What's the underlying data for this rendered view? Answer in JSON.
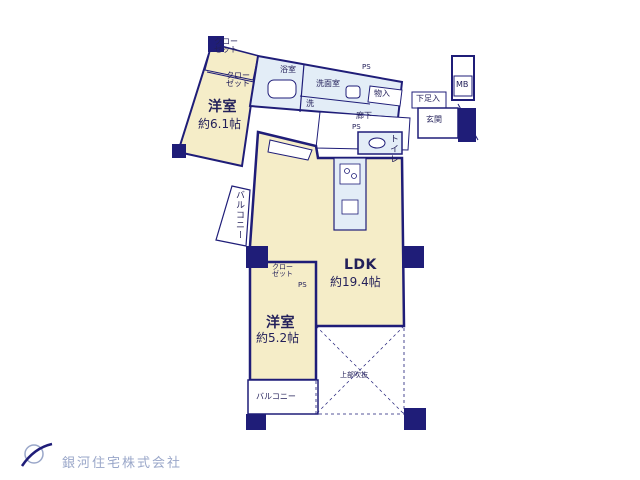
{
  "rooms": {
    "western_room_1": {
      "name": "洋室",
      "size": "約6.1帖"
    },
    "western_room_2": {
      "name": "洋室",
      "size": "約5.2帖"
    },
    "ldk": {
      "name": "LDK",
      "size": "約19.4帖"
    }
  },
  "labels": {
    "closet_top": "クロー\nゼット",
    "closet_inner": "クロー\nゼット",
    "closet_ldk": "クロー\nゼット",
    "bath": "浴室",
    "washroom": "洗面室",
    "wash": "洗",
    "ps_top": "PS",
    "storage": "物入",
    "mb": "MB",
    "shoe_storage": "下足入",
    "entrance": "玄関",
    "hallway": "廊下",
    "ps_hall": "PS",
    "toilet": "トイレ",
    "balcony_side": "バルコニー",
    "ps_ldk": "PS",
    "void_above": "上部吹抜",
    "balcony_bottom": "バルコニー"
  },
  "company": {
    "name": "銀河住宅株式会社"
  },
  "colors": {
    "wall": "#1f1d78",
    "room_fill": "#f5edc8",
    "wet_fill": "#e3edf7",
    "text": "#23205a",
    "logo": "#9aa7c9"
  }
}
